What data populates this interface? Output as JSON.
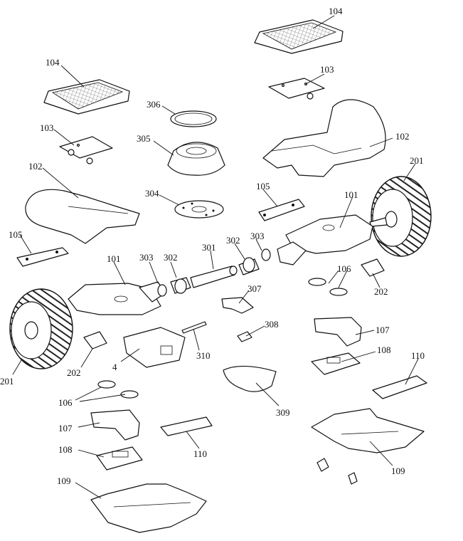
{
  "labels": {
    "l104a": "104",
    "l104b": "104",
    "l103a": "103",
    "l103b": "103",
    "l306": "306",
    "l305": "305",
    "l304": "304",
    "l102a": "102",
    "l102b": "102",
    "l201a": "201",
    "l201b": "201",
    "l105a": "105",
    "l105b": "105",
    "l101a": "101",
    "l101b": "101",
    "l303a": "303",
    "l303b": "303",
    "l302a": "302",
    "l302b": "302",
    "l301": "301",
    "l106a": "106",
    "l106b": "106",
    "l202a": "202",
    "l202b": "202",
    "l307": "307",
    "l308": "308",
    "l310": "310",
    "l309": "309",
    "l4": "4",
    "l107a": "107",
    "l107b": "107",
    "l108a": "108",
    "l108b": "108",
    "l110a": "110",
    "l110b": "110",
    "l109a": "109",
    "l109b": "109"
  }
}
